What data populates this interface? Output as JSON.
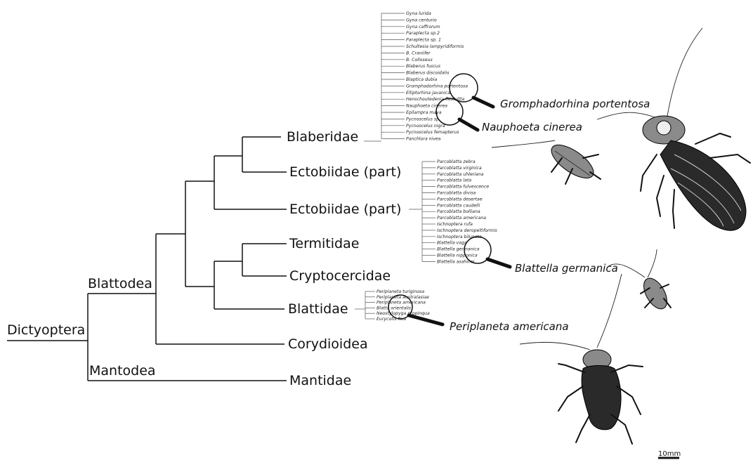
{
  "root": "Dictyoptera",
  "orders": {
    "blattodea": "Blattodea",
    "mantodea": "Mantodea"
  },
  "families": {
    "blaberidae": "Blaberidae",
    "ectobiidae_a": "Ectobiidae (part)",
    "ectobiidae_b": "Ectobiidae (part)",
    "termitidae": "Termitidae",
    "cryptocercidae": "Cryptocercidae",
    "blattidae": "Blattidae",
    "corydioidea": "Corydioidea",
    "mantidae": "Mantidae"
  },
  "species_groups": {
    "blaberidae": [
      "Gyna lurida",
      "Gyna centurio",
      "Gyna caffrorum",
      "Paraplecta sp.2",
      "Paraplecta sp. 1",
      "Schultesia lampyridiformis",
      "B. Craniifer",
      "B. Colloseus",
      "Blaberus fuscus",
      "Blaberus discoidalis",
      "Blaptica dubia",
      "Gromphadorhina portentosa",
      "Elliptorhina javanica",
      "Henschoutedenia flexivitta",
      "Nauphoeta cinerea",
      "Epilampra maya",
      "Pycnoscelus sp.",
      "Pycnoscelus nigra",
      "Pycnoscelus femapterus",
      "Panchlora nivea"
    ],
    "ectobiidae": [
      "Parcoblatta zebra",
      "Parcoblatta virginica",
      "Parcoblatta uhleriana",
      "Parcoblatta lata",
      "Parcoblatta fulvescence",
      "Parcoblatta divisa",
      "Parcoblatta desertae",
      "Parcoblatta caudelli",
      "Parcoblatta bolliana",
      "Parcoblatta americana",
      "Ischnoptera rufa",
      "Ischnoptera deropeltiformis",
      "Ischnoptera bilunata",
      "Blattella vaga",
      "Blattella germanica",
      "Blattella nipponica",
      "Blattella asahinai"
    ],
    "blattidae": [
      "Periplaneta turiginosa",
      "Periplaneta australasiae",
      "Periplaneta americana",
      "Blatta orientalis",
      "Neostylopyga propinqua",
      "Eurycotis fixa"
    ]
  },
  "featured": {
    "gromphadorhina": "Gromphadorhina portentosa",
    "nauphoeta": "Nauphoeta cinerea",
    "blattella": "Blattella germanica",
    "periplaneta": "Periplaneta americana"
  },
  "scale": "10mm"
}
